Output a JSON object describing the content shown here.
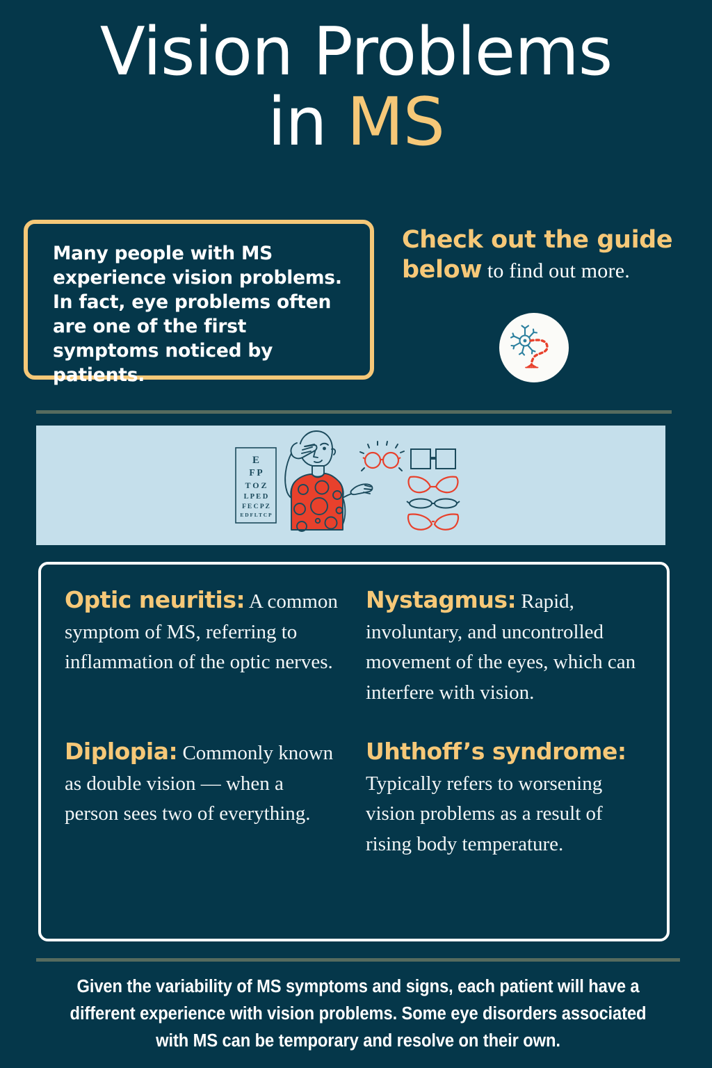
{
  "colors": {
    "background": "#05374a",
    "gold": "#f6c878",
    "white": "#ffffff",
    "band": "#c5dfeb",
    "divider": "#566b5e",
    "red": "#e8412c",
    "teal_ink": "#1b4a5c"
  },
  "title": {
    "line1": "Vision Problems",
    "line2_white": "in ",
    "line2_gold": "MS"
  },
  "intro": {
    "text": "Many people with MS experience vision problems. In fact, eye problems often are one of the first symptoms noticed by patients."
  },
  "guide": {
    "highlight": "Check out the guide below",
    "tail": " to find out more.",
    "badge_icon": "neuron-icon"
  },
  "illustration": {
    "eye_chart_rows": [
      "E",
      "F P",
      "T O Z",
      "L P E D",
      "F E C P Z",
      "E D F L T C P"
    ],
    "person": "person-covering-one-eye",
    "glasses": [
      "red-round-glasses",
      "dark-square-glasses",
      "red-cat-eye-glasses",
      "dark-oval-glasses",
      "red-half-rim-glasses"
    ]
  },
  "definitions": [
    {
      "term": "Optic neuritis:",
      "body": " A common symptom of MS, referring to inflammation of the optic nerves."
    },
    {
      "term": "Nystagmus:",
      "body": " Rapid, involuntary, and uncontrolled movement of the eyes, which can interfere with vision."
    },
    {
      "term": "Diplopia:",
      "body": " Commonly known as double vision — when a person sees two of everything."
    },
    {
      "term": "Uhthoff’s syndrome:",
      "body": " Typically refers to worsening vision problems as a result of rising body temperature."
    }
  ],
  "footer": {
    "text": "Given the variability of MS symptoms and signs, each patient will have a different experience with vision problems. Some eye disorders associated with MS can be temporary and resolve on their own."
  }
}
